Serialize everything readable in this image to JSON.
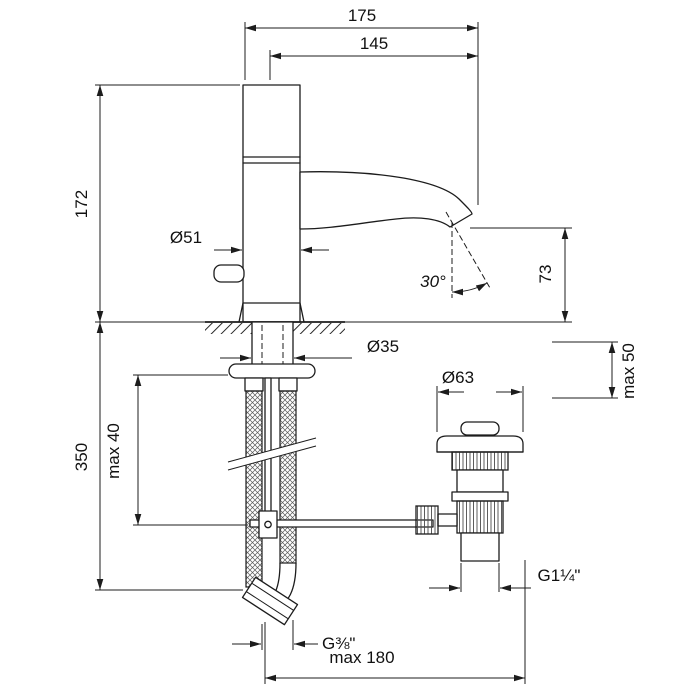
{
  "drawing": {
    "kind": "technical-dimension-drawing",
    "subject": "single-lever basin mixer faucet with flexible supply hoses and pop-up waste drain",
    "background_color": "#ffffff",
    "line_color": "#1c1c1c"
  },
  "dimensions": {
    "total_depth": "175",
    "spout_reach": "145",
    "height_above_deck": "172",
    "body_diameter": "Ø51",
    "spout_angle": "30°",
    "spout_height": "73",
    "shank_diameter": "Ø35",
    "drain_deck_max": "max 50",
    "drain_flange_diameter": "Ø63",
    "hose_length": "350",
    "deck_thickness_max": "max 40",
    "drain_thread": "G1¼\"",
    "supply_thread": "G⅜\"",
    "max_horizontal_span": "max 180"
  }
}
